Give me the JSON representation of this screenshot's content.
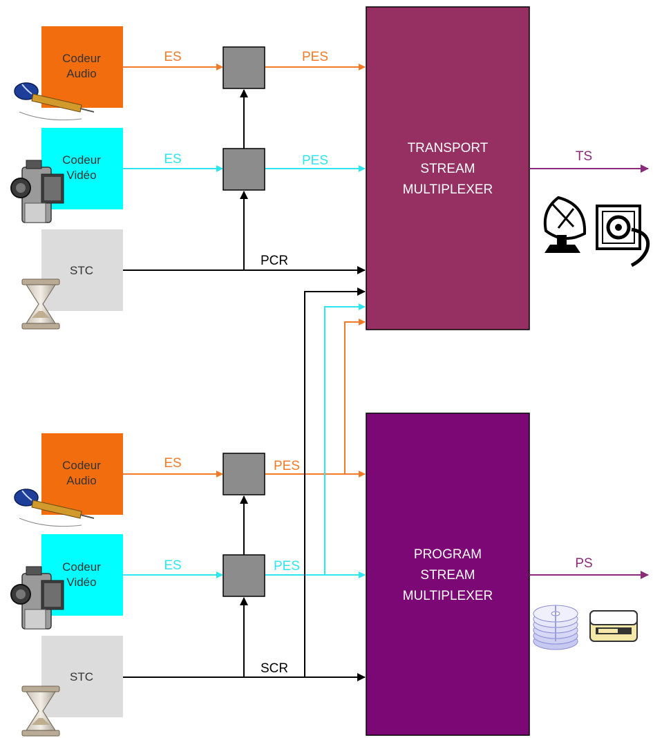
{
  "colors": {
    "audio_block": "#f26d0e",
    "video_block": "#00ffff",
    "stc_block": "#dcdcdc",
    "packetizer": "#8c8c8c",
    "ts_mux": "#963062",
    "ps_mux": "#7b0874",
    "audio_line": "#f27a26",
    "video_line": "#2ee6f0",
    "clock_line": "#000000",
    "output_line": "#8a2a78"
  },
  "icons": [
    "microphone-icon",
    "camcorder-icon",
    "hourglass-icon",
    "satellite-dish-icon",
    "cable-connector-icon",
    "disc-stack-icon",
    "disc-drive-icon"
  ],
  "ts_section": {
    "audio_encoder": "Codeur\nAudio",
    "video_encoder": "Codeur\nVidéo",
    "clock": "STC",
    "audio_es": "ES",
    "video_es": "ES",
    "audio_pes": "PES",
    "video_pes": "PES",
    "clock_ref": "PCR",
    "mux": "TRANSPORT\nSTREAM\nMULTIPLEXER",
    "output": "TS"
  },
  "ps_section": {
    "audio_encoder": "Codeur\nAudio",
    "video_encoder": "Codeur\nVidéo",
    "clock": "STC",
    "audio_es": "ES",
    "video_es": "ES",
    "audio_pes": "PES",
    "video_pes": "PES",
    "clock_ref": "SCR",
    "mux": "PROGRAM\nSTREAM\nMULTIPLEXER",
    "output": "PS"
  }
}
